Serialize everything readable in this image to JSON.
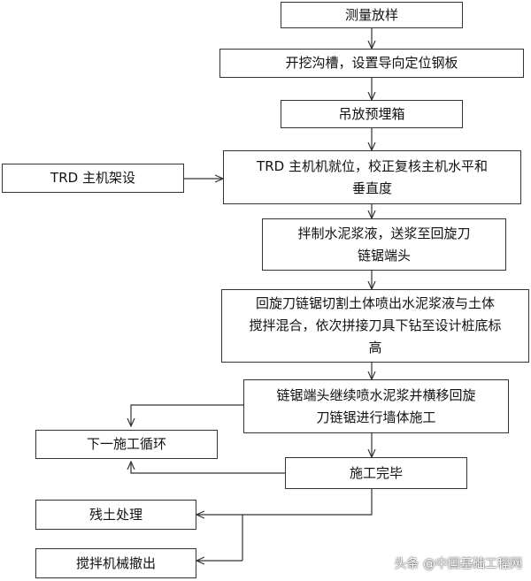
{
  "colors": {
    "line": "#333333",
    "box_border": "#333333",
    "background": "#ffffff",
    "text": "#111111"
  },
  "nodes": {
    "survey": "测量放样",
    "trench": "开挖沟槽，设置导向定位钢板",
    "hoist_box": "吊放预埋箱",
    "trd_setup": "TRD 主机架设",
    "trd_position": "TRD 主机机就位，校正复核主机水平和\n垂直度",
    "mix_slurry": "拌制水泥浆液，送浆至回旋刀\n链锯端头",
    "cut_soil": "回旋刀链锯切割土体喷出水泥浆液与土体\n搅拌混合，依次拼接刀具下钻至设计桩底标\n高",
    "spray_move": "链锯端头继续喷水泥浆并横移回旋\n刀链锯进行墙体施工",
    "next_cycle": "下一施工循环",
    "complete": "施工完毕",
    "soil_disposal": "残土处理",
    "remove_machine": "搅拌机械撤出"
  },
  "watermark": "头条 @中国基础工程网"
}
